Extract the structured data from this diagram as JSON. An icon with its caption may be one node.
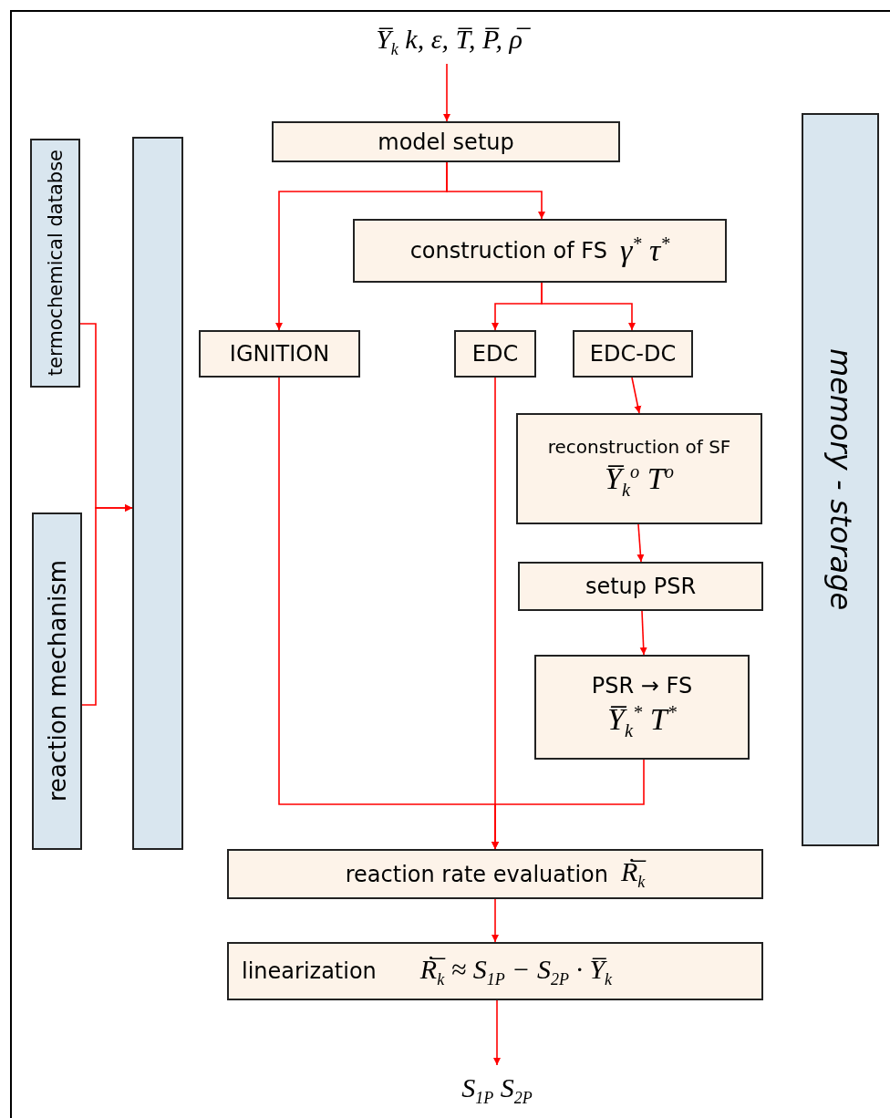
{
  "diagram": {
    "nodes": [
      {
        "text": [
          "Y̅$_{k}$ k, ε, T̅, P̅, ρ̅"
        ]
      },
      {
        "text": [
          "model setup"
        ]
      },
      {
        "text": [
          "construction of FS",
          "γ$^{*}$ τ$^{*}$"
        ]
      },
      {
        "text": [
          "IGNITION"
        ]
      },
      {
        "text": [
          "EDC"
        ]
      },
      {
        "text": [
          "EDC-DC"
        ]
      },
      {
        "text": [
          "reconstruction of SF",
          "Y̅$_{k}$$^{o}$ T$^{o}$"
        ]
      },
      {
        "text": [
          "setup PSR"
        ]
      },
      {
        "text": [
          "PSR → FS",
          "Y̅$_{k}$$^{*}$ T$^{*}$"
        ]
      },
      {
        "text": [
          "reaction rate evaluation",
          "Ṙ̅$_{k}$"
        ]
      },
      {
        "text": [
          "linearization",
          "Ṙ̅$_{k}$ ≈ S$_{1P}$ − S$_{2P}$ · Y̅$_{k}$"
        ]
      },
      {
        "text": [
          "S$_{1P}$ S$_{2P}$"
        ]
      },
      {
        "text": [
          "termochemical databse"
        ]
      },
      {
        "text": [
          "reaction mechanism"
        ]
      },
      {
        "text": [],
        "shape": "box"
      },
      {
        "text": [
          "memory - storage"
        ]
      }
    ],
    "edges": [
      {
        "from": 0,
        "to": 1,
        "arrow": "to"
      },
      {
        "from": 1,
        "to": 2,
        "arrow": "to"
      },
      {
        "from": 1,
        "to": 3,
        "arrow": "to"
      },
      {
        "from": 2,
        "to": 4,
        "arrow": "to"
      },
      {
        "from": 2,
        "to": 5,
        "arrow": "to"
      },
      {
        "from": 5,
        "to": 6,
        "arrow": "to"
      },
      {
        "from": 6,
        "to": 7,
        "arrow": "to"
      },
      {
        "from": 7,
        "to": 8,
        "arrow": "to"
      },
      {
        "from": 3,
        "to": 9,
        "arrow": "to"
      },
      {
        "from": 4,
        "to": 9,
        "arrow": "to"
      },
      {
        "from": 8,
        "to": 9,
        "arrow": "to"
      },
      {
        "from": 9,
        "to": 10,
        "arrow": "to"
      },
      {
        "from": 10,
        "to": 11,
        "arrow": "to"
      },
      {
        "from": 12,
        "to": 14,
        "arrow": "to"
      },
      {
        "from": 13,
        "to": 14,
        "arrow": "to"
      }
    ]
  }
}
